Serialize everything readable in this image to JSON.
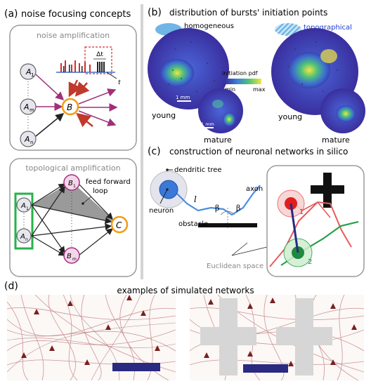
{
  "panel_a": {
    "label": "(a)",
    "title": "noise focusing concepts",
    "box1_title": "noise amplification",
    "box2_title": "topological amplification",
    "delta_t": "Δt",
    "t_axis": "t",
    "nodes": {
      "a1": "A",
      "a1_sub": "1",
      "am": "A",
      "am_sub": "m",
      "an": "A",
      "an_sub": "n",
      "b": "B",
      "b1": "B",
      "b1_sub": "1",
      "bm": "B",
      "bm_sub": "m",
      "c": "C"
    },
    "loop_label_1": "feed forward",
    "loop_label_2": "loop",
    "colors": {
      "purple": "#a0307a",
      "orange": "#f39c12",
      "green": "#27b24a",
      "red": "#c0392b"
    }
  },
  "panel_b": {
    "label": "(b)",
    "title": "distribution of bursts' initiation points",
    "homogeneous": "homogeneous",
    "topographical": "topographical",
    "young_left": "young",
    "young_right": "young",
    "mature_left": "mature",
    "mature_right": "mature",
    "colorbar_title": "initiation pdf",
    "colorbar_min": "min",
    "colorbar_max": "max",
    "scale_big": "1 mm",
    "scale_small": "1 mm"
  },
  "panel_c": {
    "label": "(c)",
    "title": "construction of neuronal networks in silico",
    "dendritic_tree": "dendritic tree",
    "neuron": "neuron",
    "axon": "axon",
    "obstacle": "obstacle",
    "l": "l",
    "beta1": "β",
    "beta2": "β",
    "euclidean": "Euclidean space",
    "n1": "1",
    "n2": "2"
  },
  "panel_d": {
    "label": "(d)",
    "title": "examples of simulated networks"
  }
}
